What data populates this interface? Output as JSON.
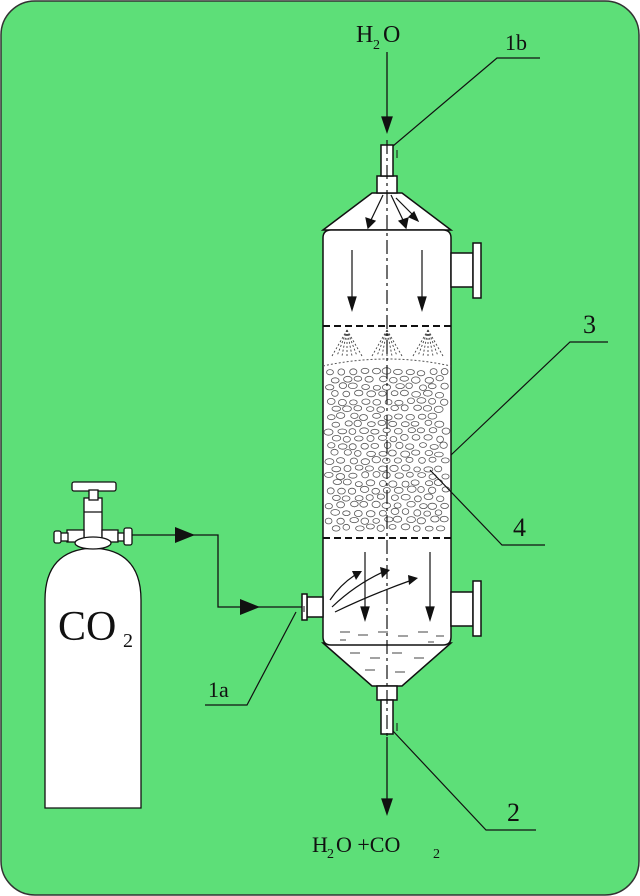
{
  "background": {
    "color": "#5ddf78",
    "border": "#333333"
  },
  "labels": {
    "h2o_in": "H",
    "h2o_in_sub": "2",
    "h2o_in_tail": "O",
    "callout_1b": "1b",
    "callout_1a": "1a",
    "callout_2": "2",
    "callout_3": "3",
    "callout_4": "4",
    "cylinder_main": "CO",
    "cylinder_sub": "2",
    "outlet_a": "H",
    "outlet_a_sub": "2",
    "outlet_b": "O +CO",
    "outlet_b_sub": "2"
  }
}
